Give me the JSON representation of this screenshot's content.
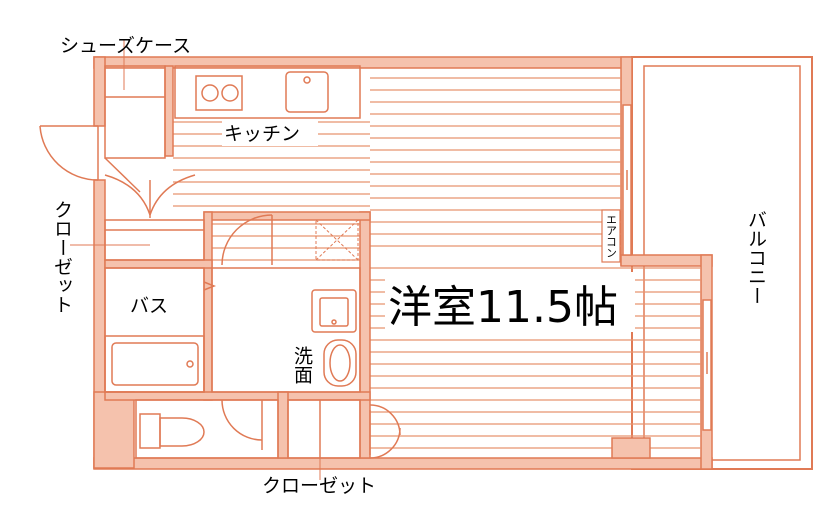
{
  "labels": {
    "shoes_case": "シューズケース",
    "kitchen": "キッチン",
    "closet_left": "クローゼット",
    "bath": "バス",
    "washroom": "洗面",
    "aircon": "エアコン",
    "room": "洋室11.5帖",
    "balcony": "バルコニー",
    "closet_bottom": "クローゼット"
  },
  "colors": {
    "wall": "#f5c2ad",
    "line": "#e07a55",
    "floor_line": "#e8936f",
    "text": "#000000",
    "background": "#ffffff"
  }
}
